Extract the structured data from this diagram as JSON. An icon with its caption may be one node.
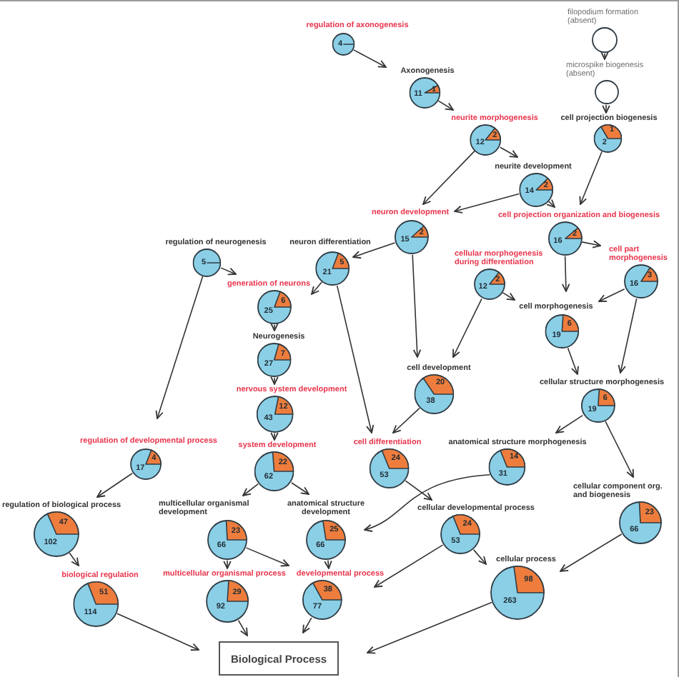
{
  "diagram": {
    "nodes": [
      {
        "text": [
          "regulation of axonogenesis",
          "4"
        ]
      },
      {
        "text": [
          "filopodium formation (absent)"
        ]
      },
      {
        "text": [
          "microspike biogenesis (absent)"
        ]
      },
      {
        "text": [
          "Axonogenesis",
          "1",
          "11"
        ]
      },
      {
        "text": [
          "neurite morphogenesis",
          "2",
          "12"
        ]
      },
      {
        "text": [
          "cell projection biogenesis",
          "1",
          "2"
        ]
      },
      {
        "text": [
          "neurite development",
          "2",
          "14"
        ]
      },
      {
        "text": [
          "neuron development",
          "2",
          "15"
        ]
      },
      {
        "text": [
          "cell projection organization and biogenesis",
          "2",
          "16"
        ]
      },
      {
        "text": [
          "regulation of neurogenesis",
          "5"
        ]
      },
      {
        "text": [
          "neuron differentiation",
          "5",
          "21"
        ]
      },
      {
        "text": [
          "cellular morphogenesis during differentiation",
          "2",
          "12"
        ]
      },
      {
        "text": [
          "cell part morphogenesis",
          "3",
          "16"
        ]
      },
      {
        "text": [
          "generation of neurons",
          "6",
          "25"
        ]
      },
      {
        "text": [
          "cell morphogenesis",
          "6",
          "19"
        ]
      },
      {
        "text": [
          "Neurogenesis",
          "7",
          "27"
        ]
      },
      {
        "text": [
          "cell development",
          "20",
          "38"
        ]
      },
      {
        "text": [
          "cellular structure morphogenesis",
          "6",
          "19"
        ]
      },
      {
        "text": [
          "nervous system development",
          "12",
          "43"
        ]
      },
      {
        "text": [
          "regulation of developmental process",
          "4",
          "17"
        ]
      },
      {
        "text": [
          "system development",
          "22",
          "62"
        ]
      },
      {
        "text": [
          "cell differentiation",
          "24",
          "53"
        ]
      },
      {
        "text": [
          "anatomical structure morphogenesis",
          "14",
          "31"
        ]
      },
      {
        "text": [
          "regulation of biological process",
          "47",
          "102"
        ]
      },
      {
        "text": [
          "multicellular organismal development",
          "23",
          "66"
        ]
      },
      {
        "text": [
          "anatomical structure development",
          "25",
          "66"
        ]
      },
      {
        "text": [
          "cellular developmental process",
          "24",
          "53"
        ]
      },
      {
        "text": [
          "cellular component org. and biogenesis",
          "23",
          "66"
        ]
      },
      {
        "text": [
          "biological regulation",
          "51",
          "114"
        ]
      },
      {
        "text": [
          "multicellular organismal process",
          "29",
          "92"
        ]
      },
      {
        "text": [
          "developmental process",
          "38",
          "77"
        ]
      },
      {
        "text": [
          "cellular process",
          "98",
          "263"
        ]
      },
      {
        "text": [
          "Biological Process"
        ]
      }
    ],
    "edges": [
      {
        "from": 0,
        "to": 3,
        "arrow": "to"
      },
      {
        "from": 1,
        "to": 2,
        "arrow": "to"
      },
      {
        "from": 2,
        "to": 5,
        "arrow": "to"
      },
      {
        "from": 3,
        "to": 4,
        "arrow": "to"
      },
      {
        "from": 4,
        "to": 6,
        "arrow": "to"
      },
      {
        "from": 4,
        "to": 7,
        "arrow": "to"
      },
      {
        "from": 6,
        "to": 7,
        "arrow": "to"
      },
      {
        "from": 6,
        "to": 8,
        "arrow": "to"
      },
      {
        "from": 5,
        "to": 8,
        "arrow": "to"
      },
      {
        "from": 7,
        "to": 10,
        "arrow": "to"
      },
      {
        "from": 7,
        "to": 16,
        "arrow": "to"
      },
      {
        "from": 8,
        "to": 12,
        "arrow": "to"
      },
      {
        "from": 8,
        "to": 14,
        "arrow": "to"
      },
      {
        "from": 9,
        "to": 13,
        "arrow": "to"
      },
      {
        "from": 9,
        "to": 19,
        "arrow": "to"
      },
      {
        "from": 10,
        "to": 13,
        "arrow": "to"
      },
      {
        "from": 10,
        "to": 21,
        "arrow": "to"
      },
      {
        "from": 11,
        "to": 14,
        "arrow": "to"
      },
      {
        "from": 11,
        "to": 16,
        "arrow": "to"
      },
      {
        "from": 12,
        "to": 14,
        "arrow": "to"
      },
      {
        "from": 12,
        "to": 17,
        "arrow": "to"
      },
      {
        "from": 13,
        "to": 15,
        "arrow": "to"
      },
      {
        "from": 14,
        "to": 17,
        "arrow": "to"
      },
      {
        "from": 15,
        "to": 18,
        "arrow": "to"
      },
      {
        "from": 16,
        "to": 21,
        "arrow": "to"
      },
      {
        "from": 17,
        "to": 22,
        "arrow": "to"
      },
      {
        "from": 17,
        "to": 27,
        "arrow": "to"
      },
      {
        "from": 18,
        "to": 20,
        "arrow": "to"
      },
      {
        "from": 19,
        "to": 23,
        "arrow": "to"
      },
      {
        "from": 20,
        "to": 24,
        "arrow": "to"
      },
      {
        "from": 20,
        "to": 25,
        "arrow": "to"
      },
      {
        "from": 21,
        "to": 26,
        "arrow": "to"
      },
      {
        "from": 22,
        "to": 25,
        "arrow": "to"
      },
      {
        "from": 23,
        "to": 28,
        "arrow": "to"
      },
      {
        "from": 24,
        "to": 29,
        "arrow": "to"
      },
      {
        "from": 24,
        "to": 30,
        "arrow": "to"
      },
      {
        "from": 25,
        "to": 30,
        "arrow": "to"
      },
      {
        "from": 26,
        "to": 31,
        "arrow": "to"
      },
      {
        "from": 26,
        "to": 30,
        "arrow": "to"
      },
      {
        "from": 27,
        "to": 31,
        "arrow": "to"
      },
      {
        "from": 28,
        "to": 32,
        "arrow": "to"
      },
      {
        "from": 29,
        "to": 32,
        "arrow": "to"
      },
      {
        "from": 30,
        "to": 32,
        "arrow": "to"
      },
      {
        "from": 31,
        "to": 32,
        "arrow": "to"
      }
    ]
  }
}
